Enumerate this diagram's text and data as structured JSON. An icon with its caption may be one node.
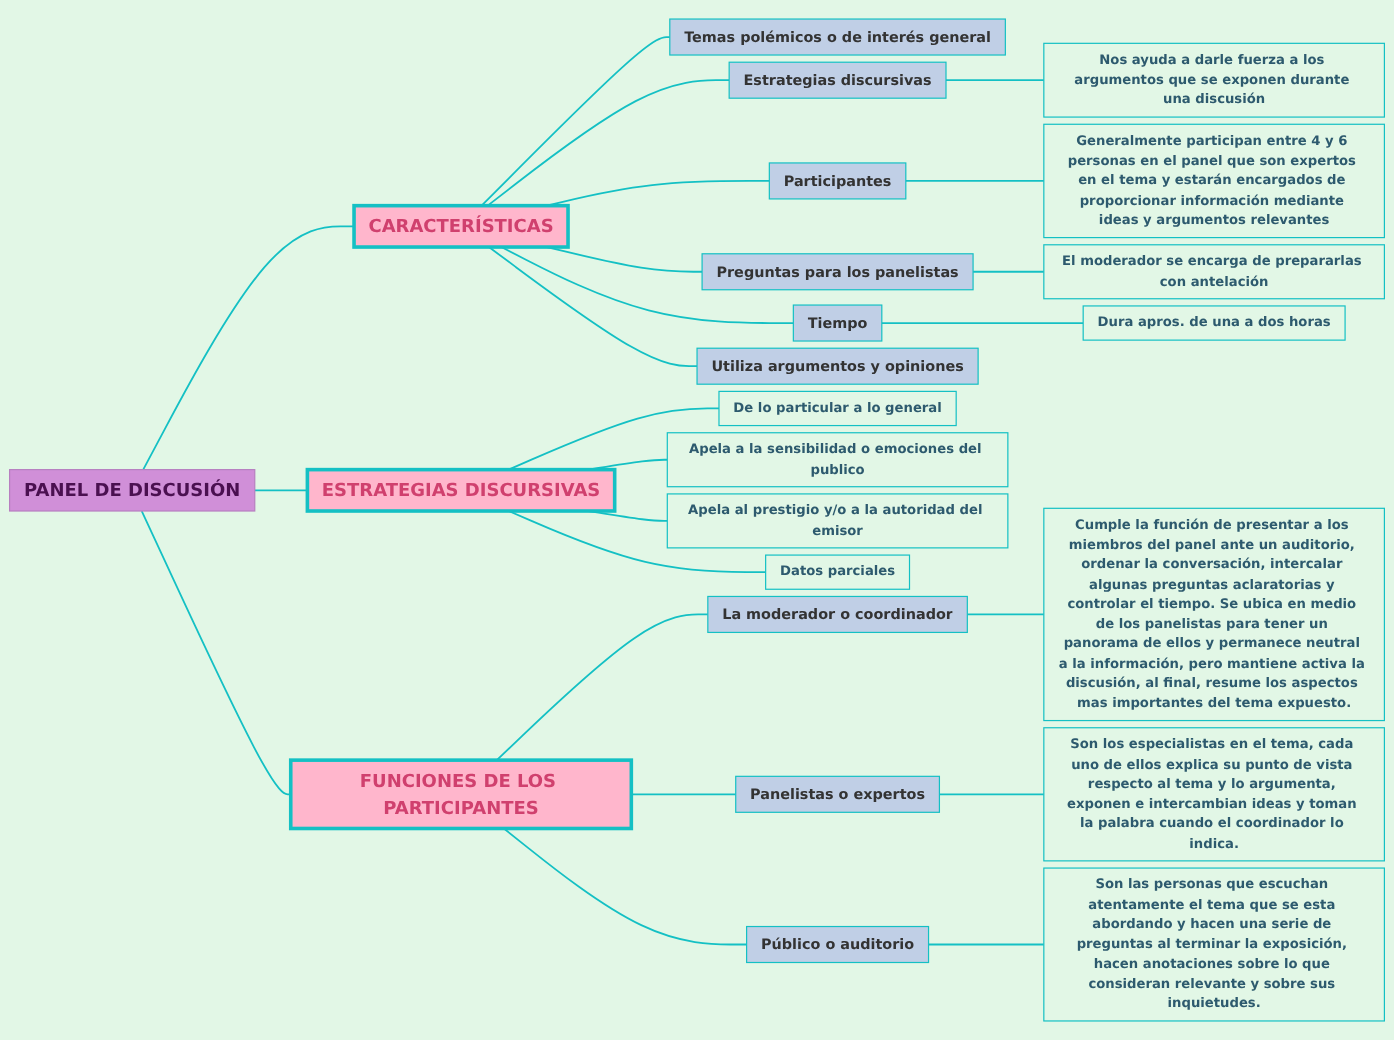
{
  "diagram": {
    "nodes": [
      {
        "text": [
          "PANEL DE DISCUSIÓN"
        ]
      },
      {
        "text": [
          "CARACTERÍSTICAS"
        ]
      },
      {
        "text": [
          "Temas polémicos o de interés general"
        ]
      },
      {
        "text": [
          "Estrategias discursivas"
        ]
      },
      {
        "text": [
          "Nos ayuda a darle fuerza a los argumentos que se exponen durante una discusión"
        ]
      },
      {
        "text": [
          "Participantes"
        ]
      },
      {
        "text": [
          "Generalmente participan entre 4 y 6 personas en el panel que son expertos en el tema y estarán encargados de proporcionar información mediante ideas y argumentos relevantes"
        ]
      },
      {
        "text": [
          "Preguntas para los panelistas"
        ]
      },
      {
        "text": [
          "El moderador se encarga de prepararlas con antelación"
        ]
      },
      {
        "text": [
          "Tiempo"
        ]
      },
      {
        "text": [
          "Dura apros. de una a dos horas"
        ]
      },
      {
        "text": [
          "Utiliza argumentos y opiniones"
        ]
      },
      {
        "text": [
          "ESTRATEGIAS DISCURSIVAS"
        ]
      },
      {
        "text": [
          "De lo particular a lo general"
        ]
      },
      {
        "text": [
          "Apela a la sensibilidad o emociones del publico"
        ]
      },
      {
        "text": [
          "Apela al prestigio y/o a la autoridad del emisor"
        ]
      },
      {
        "text": [
          "Datos parciales"
        ]
      },
      {
        "text": [
          "FUNCIONES DE LOS PARTICIPANTES"
        ]
      },
      {
        "text": [
          "La moderador o coordinador"
        ]
      },
      {
        "text": [
          "Cumple la función de presentar a los miembros del panel ante un auditorio, ordenar la conversación, intercalar algunas preguntas aclaratorias y controlar el tiempo. Se ubica en medio de los panelistas para tener un panorama de ellos y permanece neutral a la información, pero mantiene activa la discusión, al final, resume los aspectos mas importantes del tema expuesto."
        ]
      },
      {
        "text": [
          "Panelistas o expertos"
        ]
      },
      {
        "text": [
          "Son los especialistas en el tema, cada uno de ellos explica su punto de vista respecto al tema y lo argumenta, exponen e intercambian ideas y toman la palabra cuando el coordinador lo indica."
        ]
      },
      {
        "text": [
          "Público o auditorio"
        ]
      },
      {
        "text": [
          "Son las personas que escuchan atentamente el tema que se esta abordando y hacen una serie de preguntas al terminar la exposición, hacen anotaciones sobre lo que consideran relevante y sobre sus inquietudes."
        ]
      }
    ],
    "edges": [
      {
        "from": 0,
        "to": 1,
        "arrow": "none"
      },
      {
        "from": 1,
        "to": 2,
        "arrow": "none"
      },
      {
        "from": 1,
        "to": 3,
        "arrow": "none"
      },
      {
        "from": 3,
        "to": 4,
        "arrow": "none"
      },
      {
        "from": 1,
        "to": 5,
        "arrow": "none"
      },
      {
        "from": 5,
        "to": 6,
        "arrow": "none"
      },
      {
        "from": 1,
        "to": 7,
        "arrow": "none"
      },
      {
        "from": 7,
        "to": 8,
        "arrow": "none"
      },
      {
        "from": 1,
        "to": 9,
        "arrow": "none"
      },
      {
        "from": 9,
        "to": 10,
        "arrow": "none"
      },
      {
        "from": 1,
        "to": 11,
        "arrow": "none"
      },
      {
        "from": 0,
        "to": 12,
        "arrow": "none"
      },
      {
        "from": 12,
        "to": 13,
        "arrow": "none"
      },
      {
        "from": 12,
        "to": 14,
        "arrow": "none"
      },
      {
        "from": 12,
        "to": 15,
        "arrow": "none"
      },
      {
        "from": 12,
        "to": 16,
        "arrow": "none"
      },
      {
        "from": 0,
        "to": 17,
        "arrow": "none"
      },
      {
        "from": 17,
        "to": 18,
        "arrow": "none"
      },
      {
        "from": 18,
        "to": 19,
        "arrow": "none"
      },
      {
        "from": 17,
        "to": 20,
        "arrow": "none"
      },
      {
        "from": 20,
        "to": 21,
        "arrow": "none"
      },
      {
        "from": 17,
        "to": 22,
        "arrow": "none"
      },
      {
        "from": 22,
        "to": 23,
        "arrow": "none"
      }
    ]
  }
}
